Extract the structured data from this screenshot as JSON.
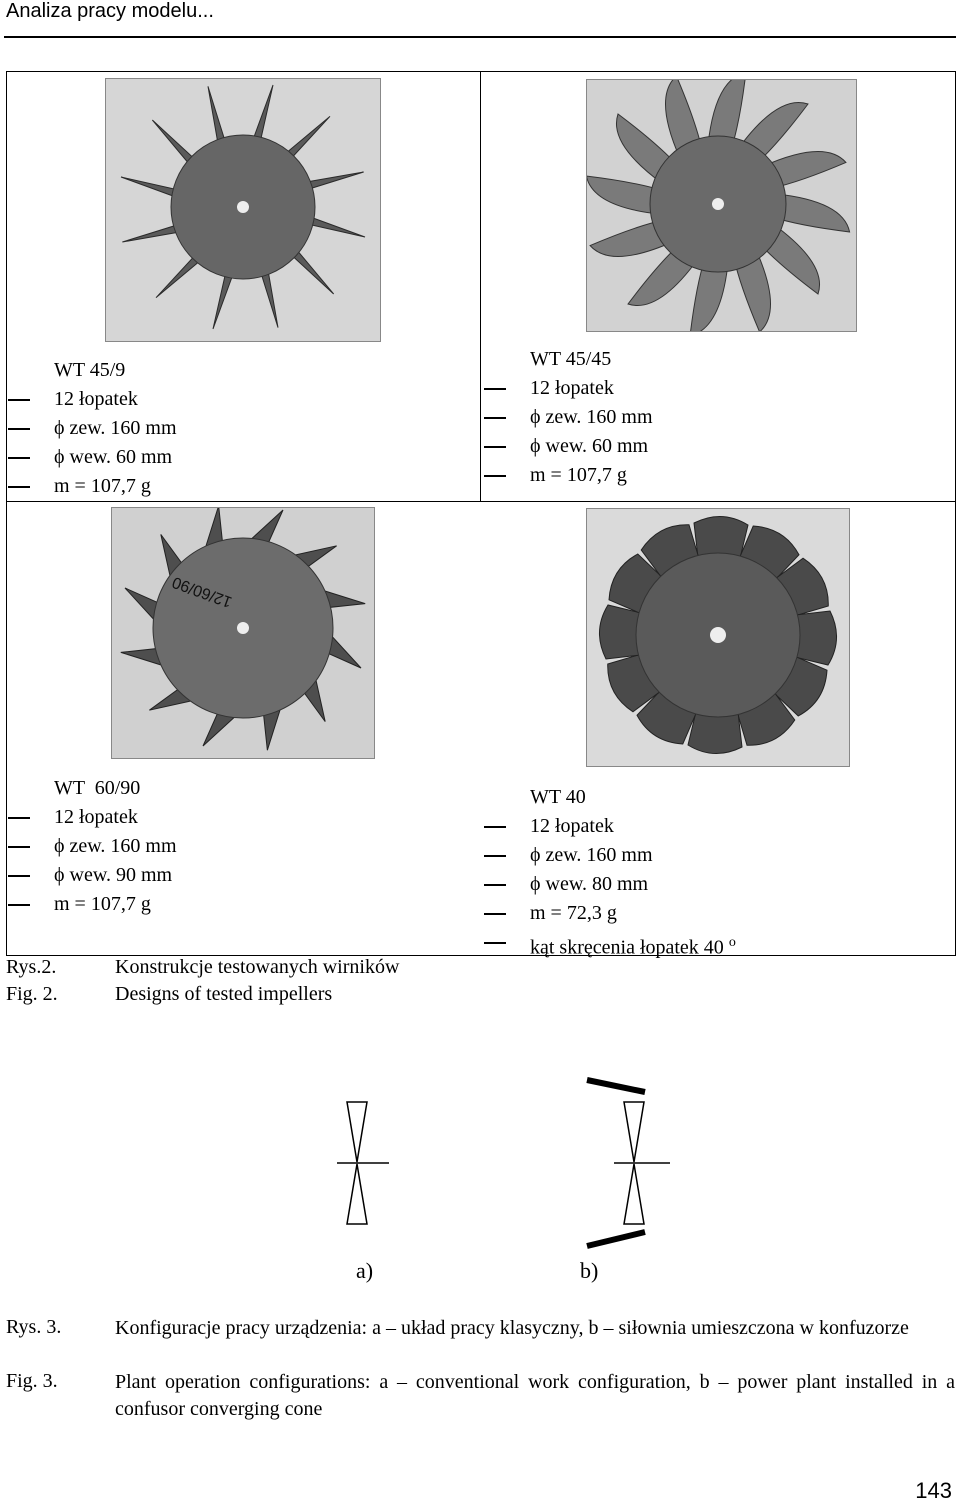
{
  "header": {
    "title": "Analiza pracy modelu..."
  },
  "figure2": {
    "impellers": [
      {
        "name": "WT 45/9",
        "specs": [
          "12 łopatek",
          "ϕ zew. 160 mm",
          "ϕ wew. 60 mm",
          "m = 107,7 g"
        ]
      },
      {
        "name": "WT 45/45",
        "specs": [
          "12 łopatek",
          "ϕ zew. 160 mm",
          "ϕ wew. 60 mm",
          "m = 107,7 g"
        ]
      },
      {
        "name": "WT  60/90",
        "specs": [
          "12 łopatek",
          "ϕ zew. 160 mm",
          "ϕ wew. 90 mm",
          "m = 107,7 g"
        ],
        "photo_text": "12/60/90"
      },
      {
        "name": "WT 40",
        "specs": [
          "12 łopatek",
          "ϕ zew. 160 mm",
          "ϕ wew. 80 mm",
          "m = 72,3 g",
          "kąt skręcenia łopatek 40"
        ],
        "angle_unit": "o"
      }
    ],
    "caption": {
      "pl_label": "Rys.2.",
      "pl_text": "Konstrukcje testowanych wirników",
      "en_label": "Fig. 2.",
      "en_text": "Designs of tested impellers"
    }
  },
  "figure3": {
    "labels": [
      "a)",
      "b)"
    ],
    "caption": {
      "pl_label": "Rys. 3.",
      "pl_text": "Konfiguracje pracy urządzenia: a – układ pracy klasyczny, b – siłownia umieszczona w konfuzorze",
      "en_label": "Fig. 3.",
      "en_text": "Plant operation configurations: a – conventional work configuration, b – power plant installed in a confusor converging cone"
    }
  },
  "page_number": "143"
}
